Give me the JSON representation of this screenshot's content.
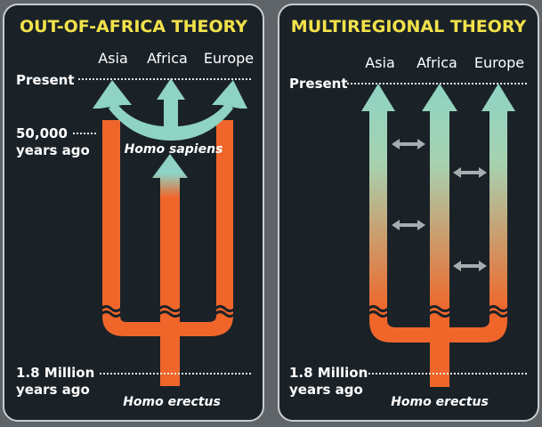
{
  "panels": [
    {
      "title": "OUT-OF-AFRICA THEORY",
      "regions": [
        "Asia",
        "Africa",
        "Europe"
      ],
      "present_label": "Present",
      "mid_label_line1": "50,000",
      "mid_label_line2": "years ago",
      "sapiens_label": "Homo sapiens",
      "bottom_label_line1": "1.8 Million",
      "bottom_label_line2": "years ago",
      "erectus_label": "Homo erectus"
    },
    {
      "title": "MULTIREGIONAL THEORY",
      "regions": [
        "Asia",
        "Africa",
        "Europe"
      ],
      "present_label": "Present",
      "bottom_label_line1": "1.8 Million",
      "bottom_label_line2": "years ago",
      "erectus_label": "Homo erectus"
    }
  ],
  "colors": {
    "panel_bg": "#1a2228",
    "title": "#f2e24a",
    "orange": "#f0662a",
    "teal": "#8ed3c3",
    "gene_flow_arrow": "#a8adb0"
  }
}
